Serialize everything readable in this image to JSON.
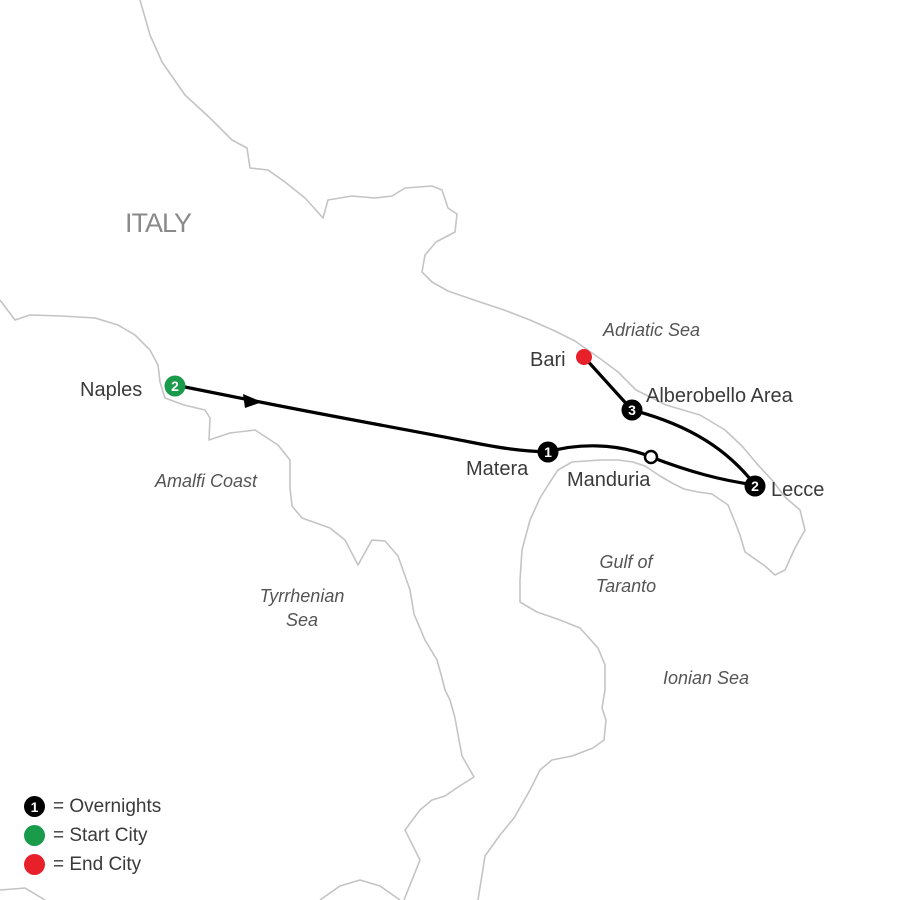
{
  "country_label": "ITALY",
  "seas": {
    "adriatic": "Adriatic Sea",
    "amalfi": "Amalfi Coast",
    "tyrrhenian_line1": "Tyrrhenian",
    "tyrrhenian_line2": "Sea",
    "gulf_line1": "Gulf of",
    "gulf_line2": "Taranto",
    "ionian": "Ionian Sea"
  },
  "cities": {
    "naples": {
      "name": "Naples",
      "nights": "2",
      "role": "start"
    },
    "matera": {
      "name": "Matera",
      "nights": "1",
      "role": "overnight"
    },
    "manduria": {
      "name": "Manduria",
      "role": "stop"
    },
    "lecce": {
      "name": "Lecce",
      "nights": "2",
      "role": "overnight"
    },
    "alberobello": {
      "name": "Alberobello Area",
      "nights": "3",
      "role": "overnight"
    },
    "bari": {
      "name": "Bari",
      "role": "end"
    }
  },
  "route_order": [
    "Naples",
    "Matera",
    "Manduria",
    "Lecce",
    "Alberobello Area",
    "Bari"
  ],
  "legend": [
    {
      "symbol": "1",
      "label": "= Overnights",
      "color": "#000000"
    },
    {
      "symbol": "",
      "label": "= Start City",
      "color": "#1a9a4b"
    },
    {
      "symbol": "",
      "label": "= End City",
      "color": "#e8202a"
    }
  ],
  "colors": {
    "start": "#1a9a4b",
    "end": "#e8202a",
    "route": "#000000",
    "coastline": "#c4c4c4"
  }
}
